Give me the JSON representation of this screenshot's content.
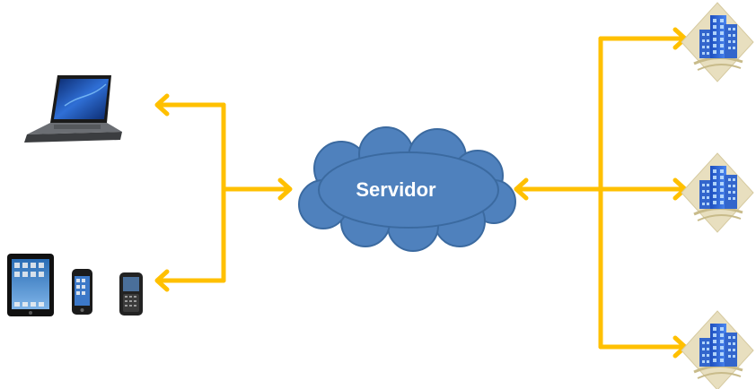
{
  "diagram": {
    "server": {
      "label": "Servidor",
      "icon": "cloud-icon",
      "color": "#4f81bd",
      "stroke": "#3b6aa0"
    },
    "left_clients": [
      {
        "name": "laptop",
        "icon": "laptop-icon"
      },
      {
        "name": "mobile-devices",
        "icon": "mobile-devices-icon",
        "devices": [
          "tablet-icon",
          "smartphone-icon",
          "smartphone-icon"
        ]
      }
    ],
    "right_clients": [
      {
        "name": "building",
        "icon": "building-icon"
      },
      {
        "name": "building",
        "icon": "building-icon"
      },
      {
        "name": "building",
        "icon": "building-icon"
      }
    ],
    "connector_color": "#ffc000",
    "building_color": "#3366cc",
    "building_base_color": "#e8dfbf"
  }
}
